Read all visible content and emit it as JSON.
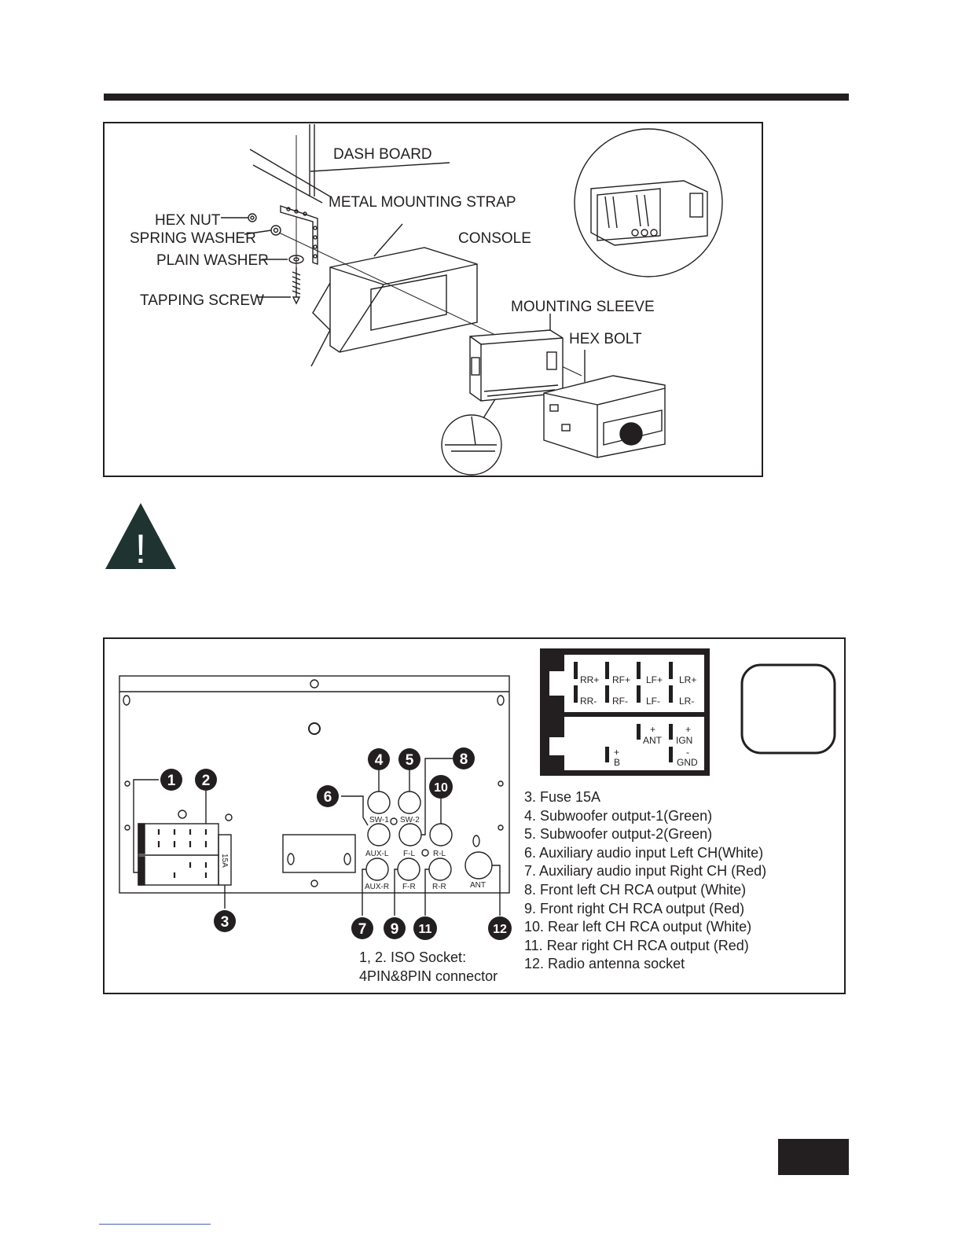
{
  "mounting_diagram": {
    "labels": {
      "dash_board": "DASH BOARD",
      "metal_mounting_strap": "METAL MOUNTING STRAP",
      "hex_nut": "HEX NUT",
      "spring_washer": "SPRING WASHER",
      "console": "CONSOLE",
      "plain_washer": "PLAIN WASHER",
      "tapping_screw": "TAPPING SCREW",
      "mounting_sleeve": "MOUNTING SLEEVE",
      "hex_bolt": "HEX BOLT"
    }
  },
  "warning": {
    "symbol": "!"
  },
  "rear_panel": {
    "jack_labels": {
      "sw1": "SW-1",
      "sw2": "SW-2",
      "aux_l": "AUX-L",
      "fl": "F-L",
      "rl": "R-L",
      "aux_r": "AUX-R",
      "fr": "F-R",
      "rr": "R-R",
      "ant": "ANT",
      "fuse": "15A"
    },
    "callouts": {
      "n1": "1",
      "n2": "2",
      "n3": "3",
      "n4": "4",
      "n5": "5",
      "n6": "6",
      "n7": "7",
      "n8": "8",
      "n9": "9",
      "n10": "10",
      "n11": "11",
      "n12": "12"
    },
    "iso_connector": {
      "top_row": [
        "RR+",
        "RF+",
        "LF+",
        "LR+"
      ],
      "bottom_row": [
        "RR-",
        "RF-",
        "LF-",
        "LR-"
      ],
      "power": {
        "ant_sign": "+",
        "ant": "ANT",
        "ign_sign": "+",
        "ign": "IGN",
        "b_sign": "+",
        "b": "B",
        "gnd_sign": "-",
        "gnd": "GND"
      }
    },
    "legend": [
      "3. Fuse 15A",
      "4. Subwoofer output-1(Green)",
      "5. Subwoofer output-2(Green)",
      "6. Auxiliary audio input Left CH(White)",
      "7. Auxiliary audio input Right CH (Red)",
      "8. Front left CH RCA output (White)",
      "9. Front right CH RCA output (Red)",
      "10. Rear left CH RCA output (White)",
      "11. Rear right CH RCA output (Red)",
      "12. Radio antenna socket"
    ],
    "iso_note": {
      "line1": "1, 2. ISO Socket:",
      "line2": "4PIN&8PIN connector"
    }
  },
  "colors": {
    "ink": "#231f20",
    "warning_fill": "#1f3330",
    "footer_link": "#4a63b8"
  }
}
